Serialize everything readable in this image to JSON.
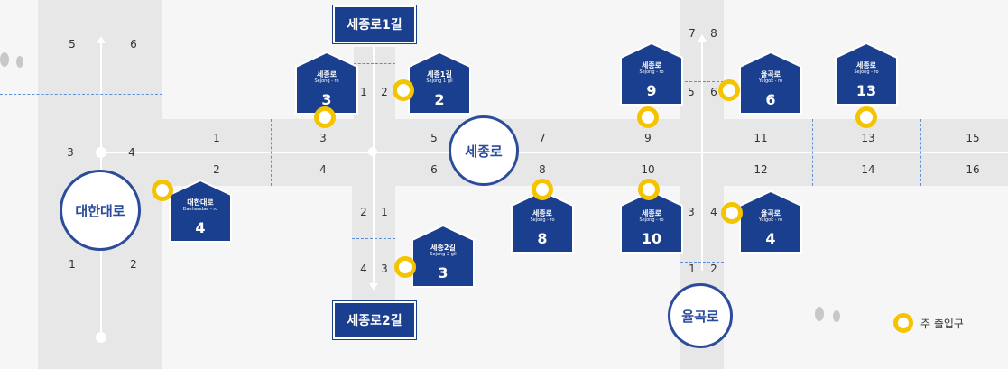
{
  "colors": {
    "sign_blue": "#1a3f8f",
    "circle_border": "#2b4b9b",
    "exit_ring": "#f5c400",
    "road": "#e7e7e7"
  },
  "roads": {
    "daehan": "대한대로",
    "sejong": "세종로",
    "yulgok": "율곡로",
    "sejong1": "세종로1길",
    "sejong2": "세종로2길"
  },
  "signs": [
    {
      "id": "sejong-3",
      "name": "세종로",
      "sub": "Sejong - ro",
      "num": "3"
    },
    {
      "id": "sejong1-2",
      "name": "세종1길",
      "sub": "Sejong 1 gil",
      "num": "2"
    },
    {
      "id": "sejong-9",
      "name": "세종로",
      "sub": "Sejong - ro",
      "num": "9"
    },
    {
      "id": "yulgok-6",
      "name": "율곡로",
      "sub": "Yulgok - ro",
      "num": "6"
    },
    {
      "id": "sejong-13",
      "name": "세종로",
      "sub": "Sejong - ro",
      "num": "13"
    },
    {
      "id": "daehan-4",
      "name": "대한대로",
      "sub": "Daehandae - ro",
      "num": "4"
    },
    {
      "id": "sejong-8",
      "name": "세종로",
      "sub": "Sejong - ro",
      "num": "8"
    },
    {
      "id": "sejong-10",
      "name": "세종로",
      "sub": "Sejong - ro",
      "num": "10"
    },
    {
      "id": "yulgok-4",
      "name": "율곡로",
      "sub": "Yulgok - ro",
      "num": "4"
    },
    {
      "id": "sejong2-3",
      "name": "세종2길",
      "sub": "Sejong 2 gil",
      "num": "3"
    }
  ],
  "numbers": {
    "top_row": [
      "1",
      "3",
      "5",
      "7",
      "9",
      "11",
      "13",
      "15"
    ],
    "bottom_row": [
      "2",
      "4",
      "6",
      "8",
      "10",
      "12",
      "14",
      "16"
    ],
    "left_upper": [
      "5",
      "6"
    ],
    "left_mid": [
      "3",
      "4"
    ],
    "left_lower": [
      "1",
      "2"
    ],
    "sejong1_side": [
      "1",
      "2"
    ],
    "sejong2_upper": [
      "2",
      "1"
    ],
    "sejong2_lower": [
      "4",
      "3"
    ],
    "yulgok_top": [
      "7",
      "8"
    ],
    "yulgok_mid_upper": [
      "5",
      "6"
    ],
    "yulgok_mid_lower": [
      "3",
      "4"
    ],
    "yulgok_bottom": [
      "1",
      "2"
    ]
  },
  "legend": {
    "label": "주 출입구"
  }
}
